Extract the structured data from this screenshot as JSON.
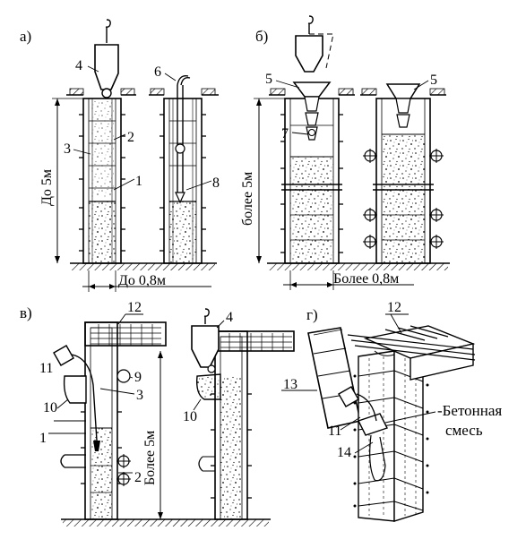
{
  "panels": {
    "a": "а)",
    "b": "б)",
    "v": "в)",
    "g": "г)"
  },
  "dimensions": {
    "a_height": "До 5м",
    "a_width": "До 0,8м",
    "b_height": "более 5м",
    "b_width": "Более 0,8м",
    "v_height": "Более 5м"
  },
  "callouts": {
    "n1": "1",
    "n2": "2",
    "n3": "3",
    "n4": "4",
    "n5": "5",
    "n6": "6",
    "n7": "7",
    "n8": "8",
    "n9": "9",
    "n10": "10",
    "n11": "11",
    "n12": "12",
    "n13": "13",
    "n14": "14"
  },
  "annotations": {
    "concrete_line1": "-Бетонная",
    "concrete_line2": "смесь"
  }
}
